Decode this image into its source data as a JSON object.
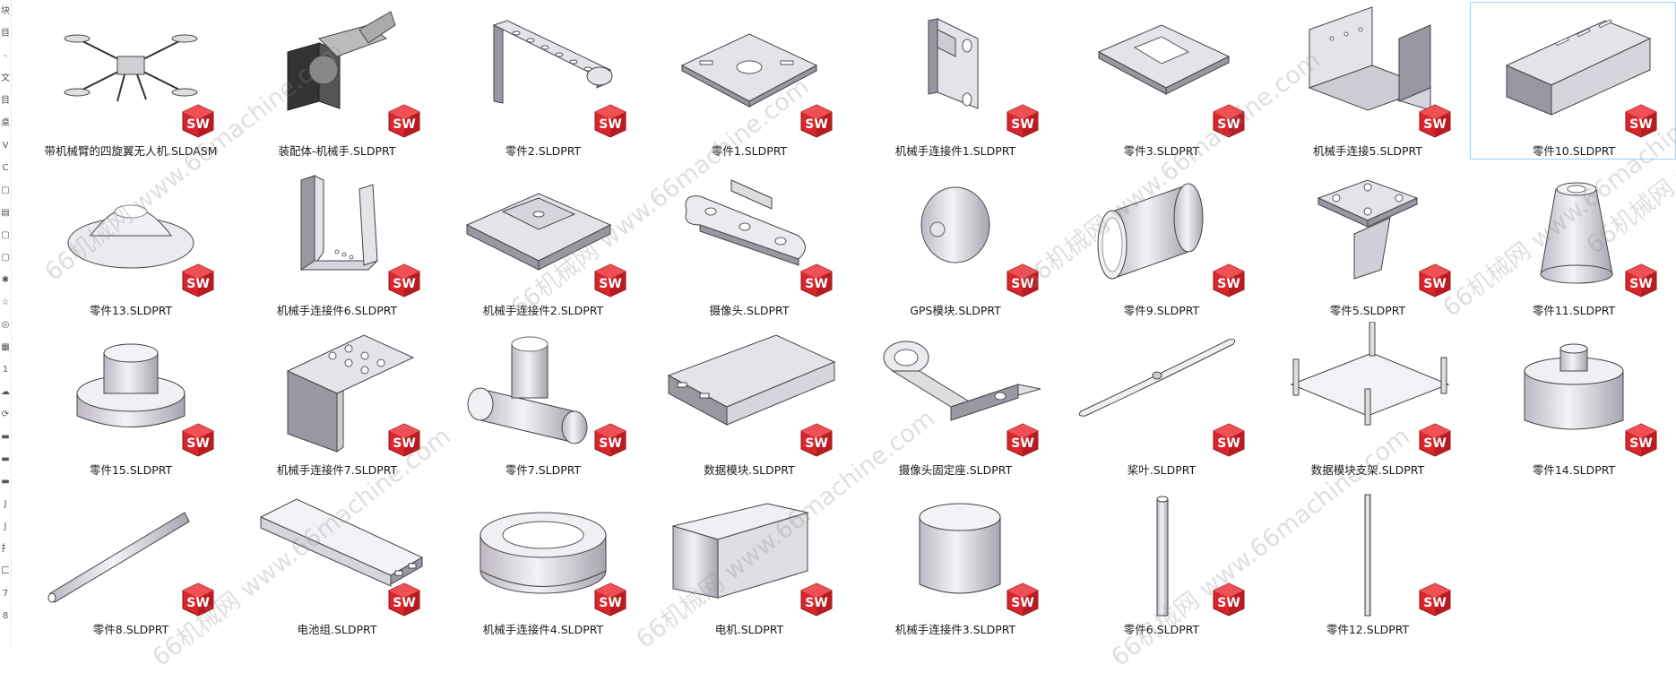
{
  "colors": {
    "part": "#e6e2ea",
    "part_dark": "#9a96a2",
    "sw_red": "#d8262c",
    "selection": "#99d1ff"
  },
  "sidebar_glyphs": [
    "块",
    "目",
    "-",
    "文",
    "目",
    "桌",
    "V",
    "C",
    "▢",
    "▤",
    "▢",
    "▢",
    "✱",
    "☆",
    "◎",
    "▦",
    "1",
    "☁",
    "⟳",
    "▬",
    "▬",
    "▬",
    "J",
    "J",
    "扌",
    "匚",
    "7",
    "8"
  ],
  "watermark": [
    "66机械网 www.66machine.com",
    "66机械网 www.66machine.com",
    "66机械网 www.66machine.com",
    "66机械网 www.66machine.com",
    "66机械网 www.66machine.com",
    "66机械网 www.66machine.com",
    "66机械网 www.66machine.com",
    "66机械网 www.66machine.com"
  ],
  "files": [
    {
      "name": "带机械臂的四旋翼无人机.SLDASM",
      "icon": "drone-icon"
    },
    {
      "name": "装配体-机械手.SLDPRT",
      "icon": "gripper-icon"
    },
    {
      "name": "零件2.SLDPRT",
      "icon": "arm-bracket-icon"
    },
    {
      "name": "零件1.SLDPRT",
      "icon": "frame-plate-icon"
    },
    {
      "name": "机械手连接件1.SLDPRT",
      "icon": "angle-bracket-icon"
    },
    {
      "name": "零件3.SLDPRT",
      "icon": "mount-plate-icon"
    },
    {
      "name": "机械手连接5.SLDPRT",
      "icon": "u-channel-icon"
    },
    {
      "name": "零件10.SLDPRT",
      "icon": "slotted-tray-icon"
    },
    {
      "name": "零件13.SLDPRT",
      "icon": "dome-icon"
    },
    {
      "name": "机械手连接件6.SLDPRT",
      "icon": "u-bracket-icon"
    },
    {
      "name": "机械手连接件2.SLDPRT",
      "icon": "base-plate-icon"
    },
    {
      "name": "摄像头.SLDPRT",
      "icon": "camera-icon"
    },
    {
      "name": "GPS模块.SLDPRT",
      "icon": "hemisphere-icon"
    },
    {
      "name": "零件9.SLDPRT",
      "icon": "tube-icon"
    },
    {
      "name": "零件5.SLDPRT",
      "icon": "square-mount-icon"
    },
    {
      "name": "零件11.SLDPRT",
      "icon": "cone-icon"
    },
    {
      "name": "零件15.SLDPRT",
      "icon": "stepped-cylinder-icon"
    },
    {
      "name": "机械手连接件7.SLDPRT",
      "icon": "l-bracket-icon"
    },
    {
      "name": "零件7.SLDPRT",
      "icon": "tee-pipe-icon"
    },
    {
      "name": "数据模块.SLDPRT",
      "icon": "data-box-icon"
    },
    {
      "name": "摄像头固定座.SLDPRT",
      "icon": "camera-mount-icon"
    },
    {
      "name": "桨叶.SLDPRT",
      "icon": "propeller-icon"
    },
    {
      "name": "数据模块支架.SLDPRT",
      "icon": "standoff-plate-icon"
    },
    {
      "name": "零件14.SLDPRT",
      "icon": "hub-icon"
    },
    {
      "name": "零件8.SLDPRT",
      "icon": "rod-icon"
    },
    {
      "name": "电池组.SLDPRT",
      "icon": "battery-icon"
    },
    {
      "name": "机械手连接件4.SLDPRT",
      "icon": "ring-icon"
    },
    {
      "name": "电机.SLDPRT",
      "icon": "motor-box-icon"
    },
    {
      "name": "机械手连接件3.SLDPRT",
      "icon": "cylinder-icon"
    },
    {
      "name": "零件6.SLDPRT",
      "icon": "short-rod-icon"
    },
    {
      "name": "零件12.SLDPRT",
      "icon": "thin-rod-icon"
    }
  ],
  "badge": {
    "text": "SW",
    "icon": "solidworks-icon"
  },
  "selected_file": "零件10.SLDPRT"
}
